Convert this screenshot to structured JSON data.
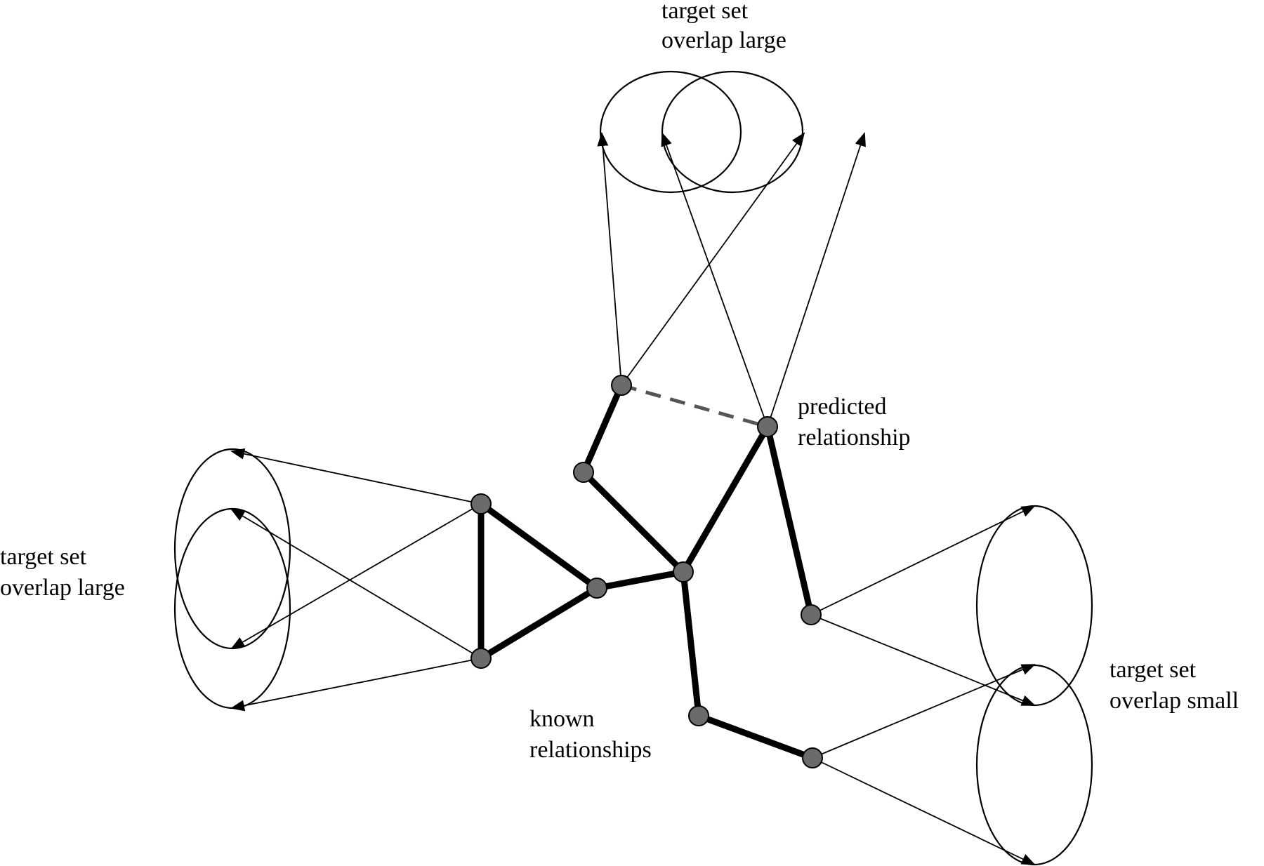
{
  "labels": {
    "top_line1": "target set",
    "top_line2": "overlap large",
    "left_line1": "target set",
    "left_line2": "overlap large",
    "right_line1": "target set",
    "right_line2": "overlap small",
    "predicted_line1": "predicted",
    "predicted_line2": "relationship",
    "known_line1": "known",
    "known_line2": "relationships"
  },
  "colors": {
    "node_fill": "#6b6b6b",
    "edge": "#000000",
    "predicted_edge": "#555555"
  }
}
